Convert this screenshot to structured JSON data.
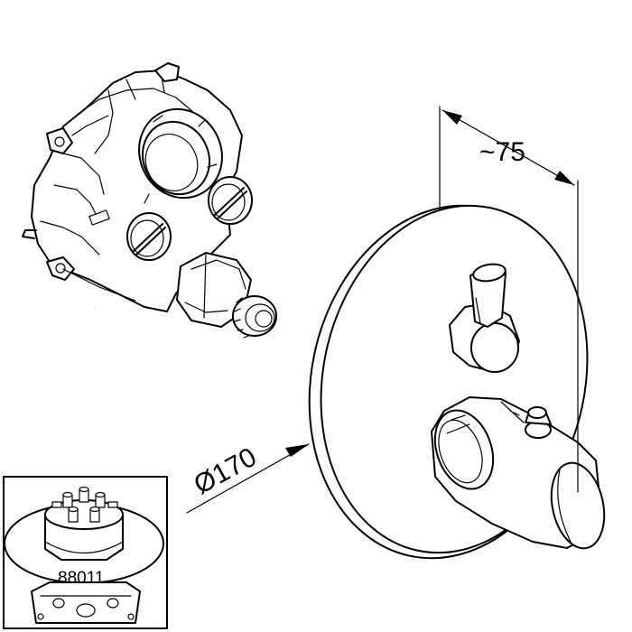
{
  "dimensions": {
    "depth_label": "~75",
    "diameter_label": "Ø170"
  },
  "inset": {
    "part_number": "88011"
  }
}
